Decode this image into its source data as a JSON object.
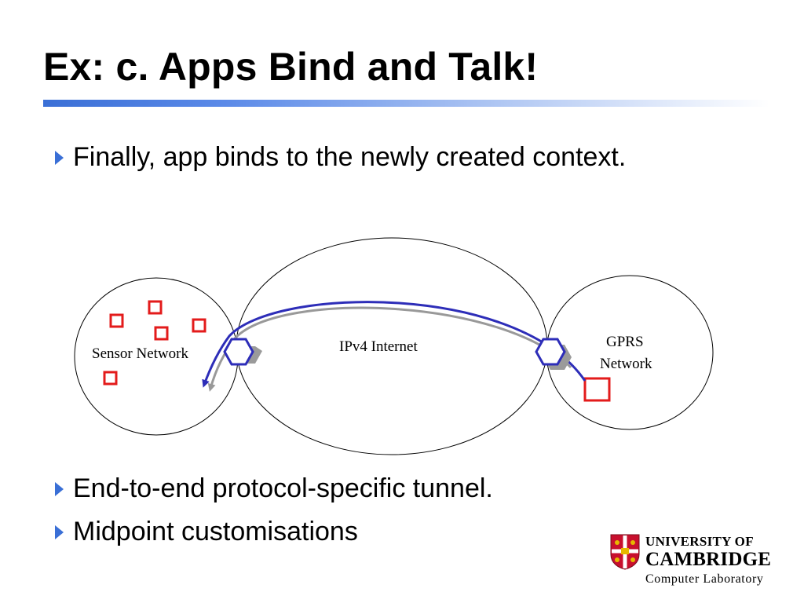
{
  "slide": {
    "title": "Ex: c. Apps Bind and Talk!",
    "bullets": [
      "Finally, app binds to the newly created context.",
      "End-to-end protocol-specific tunnel.",
      "Midpoint customisations"
    ]
  },
  "diagram": {
    "networks": {
      "sensor": "Sensor Network",
      "internet": "IPv4 Internet",
      "gprs_line1": "GPRS",
      "gprs_line2": "Network"
    },
    "colors": {
      "node_squares": "#e31b1b",
      "tunnel_primary": "#2d2db8",
      "tunnel_secondary": "#999999",
      "gateway_fill": "#4a4ac8"
    }
  },
  "logo": {
    "line1": "UNIVERSITY OF",
    "line2": "CAMBRIDGE",
    "line3": "Computer  Laboratory",
    "crest": "cambridge-crest-icon"
  }
}
